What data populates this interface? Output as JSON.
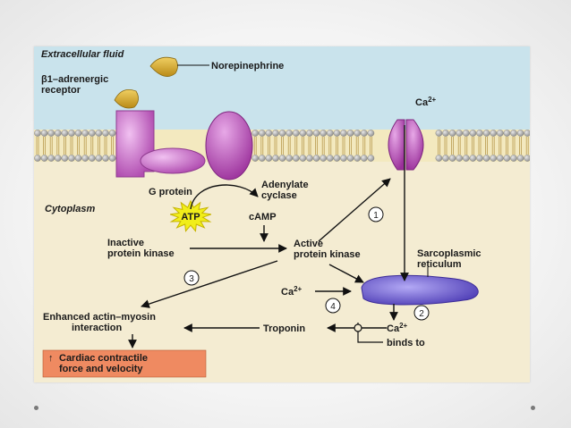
{
  "labels": {
    "extracellular": "Extracellular fluid",
    "norepinephrine": "Norepinephrine",
    "beta_line1": "β1–adrenergic",
    "beta_line2": "receptor",
    "g_protein": "G protein",
    "adenylate_line1": "Adenylate",
    "adenylate_line2": "cyclase",
    "cytoplasm": "Cytoplasm",
    "atp": "ATP",
    "camp": "cAMP",
    "calcium": "Ca2+",
    "inactive_line1": "Inactive",
    "inactive_line2": "protein kinase",
    "active_line1": "Active",
    "active_line2": "protein kinase",
    "sr_line1": "Sarcoplasmic",
    "sr_line2": "reticulum",
    "calcium_in": "Ca2+",
    "calcium_sr": "Ca2+",
    "enhanced_line1": "Enhanced actin–myosin",
    "enhanced_line2": "interaction",
    "troponin": "Troponin",
    "binds_to": "binds to",
    "cardiac_line1": "Cardiac contractile",
    "cardiac_line2": "force and velocity",
    "up_arrow": "↑"
  },
  "steps": {
    "s1": "1",
    "s2": "2",
    "s3": "3",
    "s4": "4"
  },
  "colors": {
    "extracellular": "#c9e3ec",
    "cytoplasm": "#f4ecd2",
    "membrane_head": "#b7b7b7",
    "receptor": "#d27fd2",
    "ligand": "#d8ad2e",
    "atp_burst": "#f1ee1a",
    "sr": "#7b6ad8",
    "result_box": "#ef8a61"
  }
}
